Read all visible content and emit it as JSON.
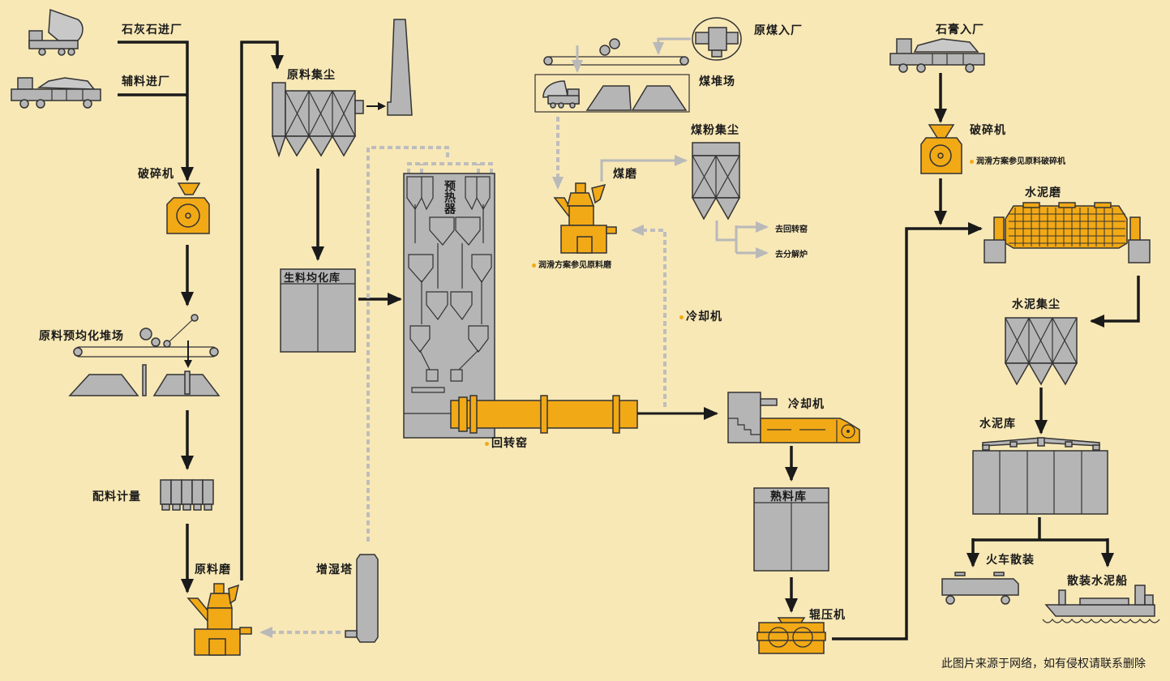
{
  "diagram": {
    "title": "水泥生产工艺流程",
    "colors": {
      "background": "#f8e8b6",
      "equipment_gray": "#b5b5b5",
      "equipment_orange": "#f2a916",
      "flow_line": "#1a1a1a",
      "aux_line": "#bdbdbd"
    },
    "labels": {
      "limestone_in": "石灰石进厂",
      "auxiliary_in": "辅料进厂",
      "crusher_left": "破碎机",
      "prehomo_yard": "原料预均化堆场",
      "batching": "配料计量",
      "raw_mill": "原料磨",
      "raw_dust": "原料集尘",
      "raw_silo": "生料均化库",
      "humid_tower": "增湿塔",
      "preheater": "预热器",
      "kiln": "回转窑",
      "raw_coal_in": "原煤入厂",
      "coal_yard": "煤堆场",
      "coal_dust": "煤粉集尘",
      "coal_mill": "煤磨",
      "coal_mill_note": "润滑方案参见原料磨",
      "to_kiln": "去回转窑",
      "to_calciner": "去分解炉",
      "cooler_note": "冷却机",
      "cooler": "冷却机",
      "clinker_silo": "熟料库",
      "roller_press": "辊压机",
      "gypsum_in": "石膏入厂",
      "crusher_right": "破碎机",
      "crusher_right_note": "润滑方案参见原料破碎机",
      "cement_mill": "水泥磨",
      "cement_dust": "水泥集尘",
      "cement_silo": "水泥库",
      "rail_bulk": "火车散装",
      "bulk_ship": "散装水泥船"
    },
    "footer": "此图片来源于网络，如有侵权请联系删除"
  }
}
